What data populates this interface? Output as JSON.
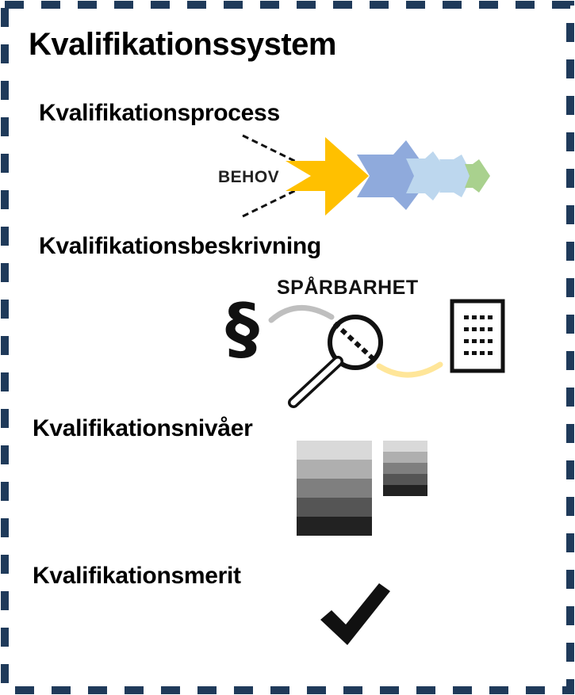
{
  "title": "Kvalifikationssystem",
  "sections": [
    {
      "heading": "Kvalifikationsprocess",
      "icon": "process-arrows-icon",
      "label": "BEHOV"
    },
    {
      "heading": "Kvalifikationsbeskrivning",
      "icon": "traceability-icon",
      "label": "SPÅRBARHET",
      "symbol": "§"
    },
    {
      "heading": "Kvalifikationsnivåer",
      "icon": "levels-stack-icon"
    },
    {
      "heading": "Kvalifikationsmerit",
      "icon": "checkmark-icon"
    }
  ],
  "colors": {
    "border": "#1f3a5a",
    "arrow_yellow": "#ffc000",
    "arrow_blue": "#8faadc",
    "arrow_light_blue": "#bdd7ee",
    "arrow_green": "#a9d18e",
    "arc_gray": "#bfbfbf",
    "arc_yellow": "#ffe699"
  }
}
